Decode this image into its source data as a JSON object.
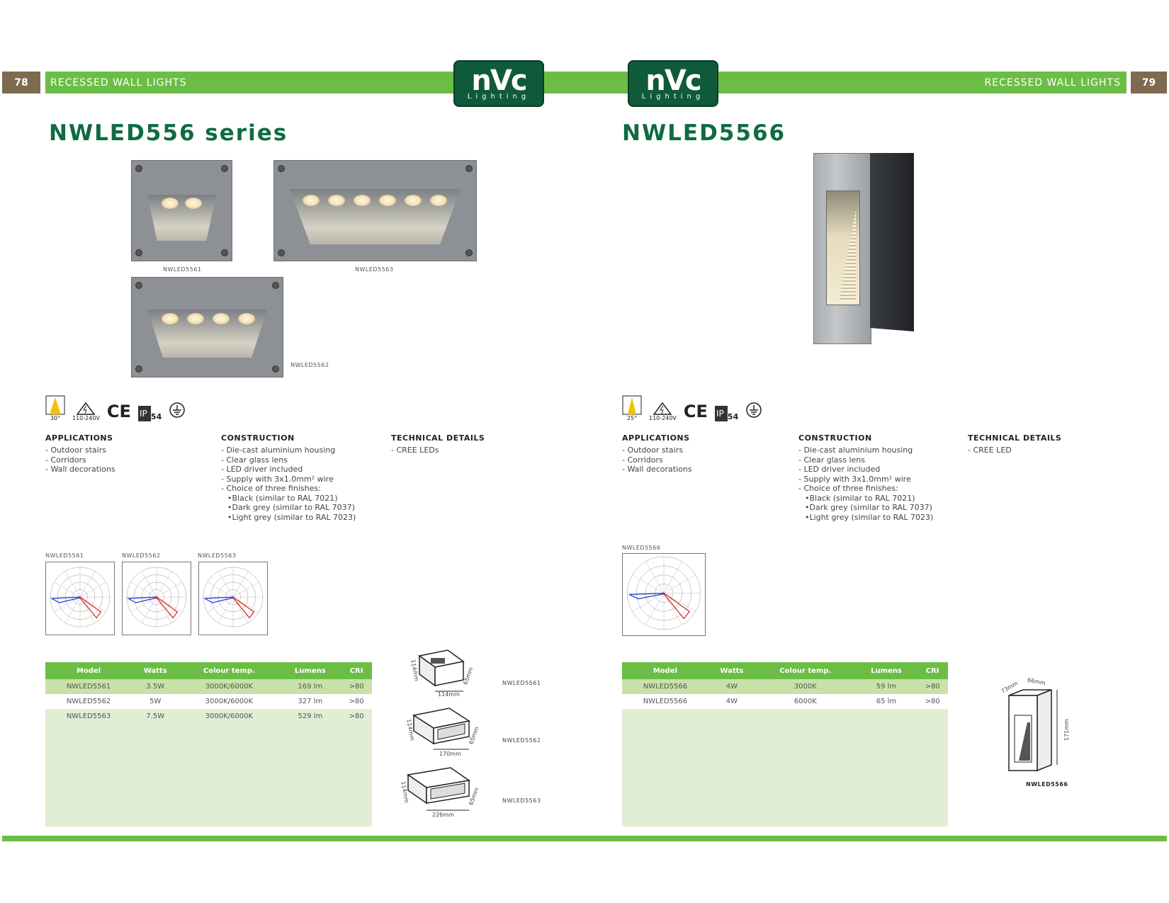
{
  "header": {
    "left_page_number": "78",
    "right_page_number": "79",
    "section_title": "RECESSED WALL LIGHTS",
    "logo_mark": "nVc",
    "logo_sub": "Lighting"
  },
  "left": {
    "title": "NWLED556 series",
    "product_captions": [
      "NWLED5561",
      "NWLED5563",
      "NWLED5562"
    ],
    "beam_angle": "30°",
    "voltage": "110-240V",
    "ce_mark": "CE",
    "ip_rating": "54",
    "applications": {
      "heading": "APPLICATIONS",
      "items": [
        "- Outdoor stairs",
        "- Corridors",
        "- Wall decorations"
      ]
    },
    "construction": {
      "heading": "CONSTRUCTION",
      "items": [
        "- Die-cast aluminium housing",
        "- Clear glass lens",
        "- LED driver included",
        "- Supply with 3x1.0mm² wire",
        "- Choice of three finishes:",
        "•Black (similar to RAL 7021)",
        "•Dark grey (similar to RAL 7037)",
        "•Light grey (similar to RAL 7023)"
      ]
    },
    "technical": {
      "heading": "TECHNICAL DETAILS",
      "items": [
        "- CREE LEDs"
      ]
    },
    "polar_labels": [
      "NWLED5561",
      "NWLED5562",
      "NWLED5563"
    ],
    "table": {
      "headers": [
        "Model",
        "Watts",
        "Colour temp.",
        "Lumens",
        "CRI"
      ],
      "rows": [
        [
          "NWLED5561",
          "3.5W",
          "3000K/6000K",
          "169 lm",
          ">80"
        ],
        [
          "NWLED5562",
          "5W",
          "3000K/6000K",
          "327 lm",
          ">80"
        ],
        [
          "NWLED5563",
          "7.5W",
          "3000K/6000K",
          "529 lm",
          ">80"
        ]
      ]
    },
    "dimensions": [
      {
        "model": "NWLED5561",
        "height": "114mm",
        "width": "114mm",
        "depth": "65mm"
      },
      {
        "model": "NWLED5562",
        "height": "114mm",
        "width": "170mm",
        "depth": "65mm"
      },
      {
        "model": "NWLED5563",
        "height": "114mm",
        "width": "226mm",
        "depth": "65mm"
      }
    ]
  },
  "right": {
    "title": "NWLED5566",
    "beam_angle": "25°",
    "voltage": "110-240V",
    "ce_mark": "CE",
    "ip_rating": "54",
    "applications": {
      "heading": "APPLICATIONS",
      "items": [
        "- Outdoor stairs",
        "- Corridors",
        "- Wall decorations"
      ]
    },
    "construction": {
      "heading": "CONSTRUCTION",
      "items": [
        "- Die-cast aluminium housing",
        "- Clear glass lens",
        "- LED driver included",
        "- Supply with 3x1.0mm² wire",
        "- Choice of three finishes:",
        "•Black (similar to RAL 7021)",
        "•Dark grey (similar to RAL 7037)",
        "•Light grey (similar to RAL 7023)"
      ]
    },
    "technical": {
      "heading": "TECHNICAL DETAILS",
      "items": [
        "- CREE LED"
      ]
    },
    "polar_label": "NWLED5566",
    "table": {
      "headers": [
        "Model",
        "Watts",
        "Colour temp.",
        "Lumens",
        "CRI"
      ],
      "rows": [
        [
          "NWLED5566",
          "4W",
          "3000K",
          "59 lm",
          ">80"
        ],
        [
          "NWLED5566",
          "4W",
          "6000K",
          "65 lm",
          ">80"
        ]
      ]
    },
    "dimension": {
      "model": "NWLED5566",
      "width": "73mm",
      "depth": "66mm",
      "height": "171mm"
    }
  },
  "colors": {
    "brand_green": "#6cbd45",
    "title_green": "#0f6b42",
    "logo_green": "#0f5a3a",
    "page_brown": "#7d6a4f",
    "table_fill": "#e1eed3"
  }
}
